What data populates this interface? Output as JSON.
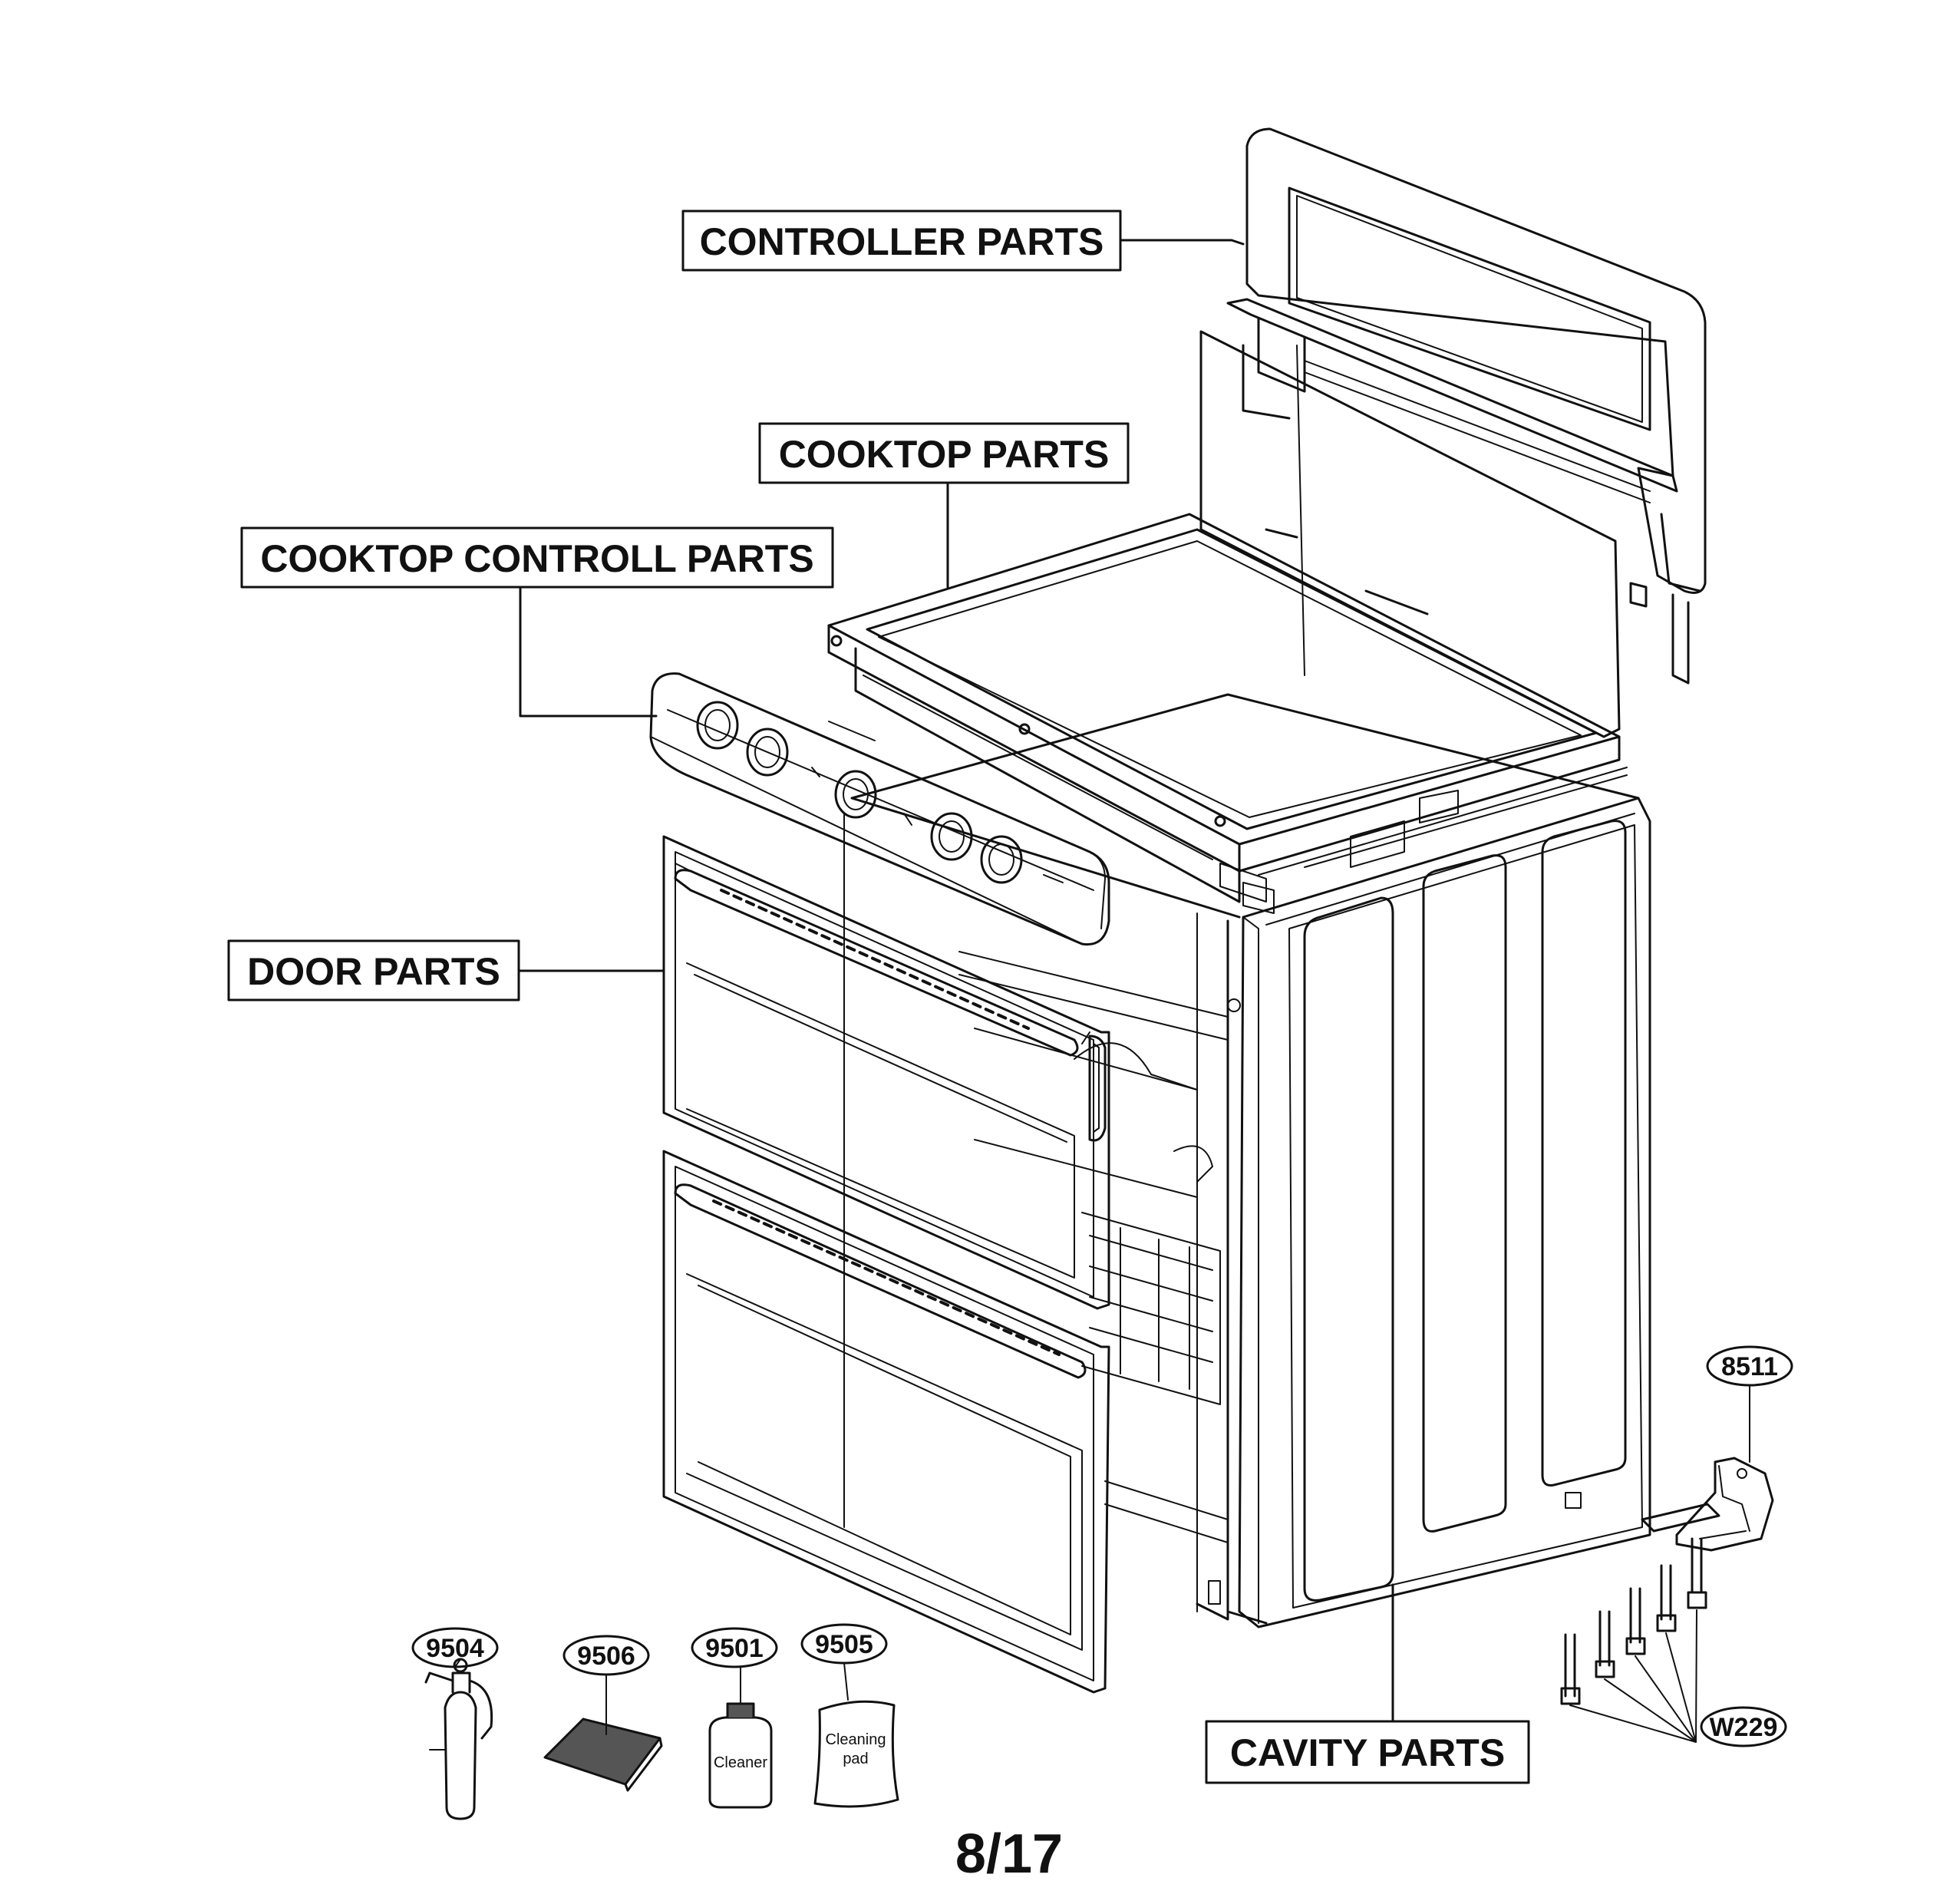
{
  "section_labels": {
    "controller": "CONTROLLER PARTS",
    "cooktop": "COOKTOP PARTS",
    "cooktop_control": "COOKTOP CONTROLL PARTS",
    "door": "DOOR PARTS",
    "cavity": "CAVITY PARTS"
  },
  "part_numbers": {
    "bracket": "8511",
    "screws": "W229",
    "sprayer": "9504",
    "mat": "9506",
    "cleaner": "9501",
    "cleaning_pad": "9505"
  },
  "item_text": {
    "cleaner_bottle": "Cleaner",
    "pad_line1": "Cleaning",
    "pad_line2": "pad"
  },
  "page_number": "8/17"
}
